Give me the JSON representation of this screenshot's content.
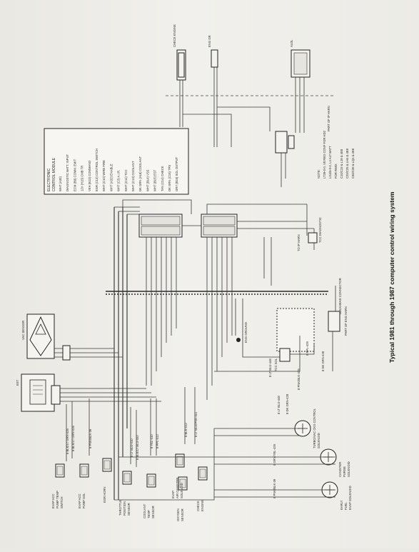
{
  "diagram": {
    "title": "Typical 1981 through 1987 computer control wiring system",
    "module_box": {
      "heading": [
        "ELECTRONIC",
        "CONTROL MODULE"
      ],
      "lines": [
        "WHT (A30)",
        "DIAGNOSTIC BATT. INPUT",
        "ECM (B9) COMM. EMIT",
        "12V (H15) CMB TR",
        "VEH (B13) COMMAND",
        "EGR (C13) CONTROL SWITCH",
        "WHT (C10) WIRE FIRE",
        "WHT (A32) ENABLE",
        "WHT (C3) A.I.R.",
        "WHT (C11) TCC",
        "WHT (C13) COOLANT",
        "DK GRN (A18) COOLANT",
        "WHT (B14) VSS",
        "WHT (B15) EST",
        "TAN (C14) CHECK",
        "DK GRN (C15) TPS",
        "GRY (B16) SOL OUTPUT"
      ]
    },
    "left_components": [
      {
        "label": [
          "EVAP ACC",
          "PUMP TEMP",
          "SWITCH"
        ]
      },
      {
        "label": [
          "EVAP ACC",
          "PUMP SOL"
        ]
      },
      {
        "label": [
          "EGR HORN"
        ]
      },
      {
        "label": [
          "THROTTLE",
          "POSITION",
          "SENSOR"
        ]
      },
      {
        "label": [
          "COOLANT",
          "TEMP",
          "SENSOR"
        ]
      },
      {
        "label": [
          "OXYGEN",
          "SENSOR"
        ]
      },
      {
        "label": [
          "CHECK",
          "ENGINE"
        ]
      },
      {
        "label": [
          "EVAP",
          "AIR CANISTER",
          "SOLENOID"
        ]
      }
    ],
    "left_wires": [
      "8 BLK/LT GRN-435",
      "8 BLK/LT GRN-435",
      "8 PNK/BLK-39",
      "8 LT BLU-410",
      "8 BLK/LT BLU-452",
      "8 YEL-410",
      "8 PPL-412",
      "8 BLK-412",
      "8 LT BLU/PNK-411"
    ],
    "bottom_components": [
      {
        "label": [
          "CANISTER",
          "PURGE",
          "SOLENOID"
        ]
      },
      {
        "label": [
          "EARLY",
          "FUEL",
          "EVAP SOLENOID"
        ]
      },
      {
        "label": [
          "TURBO/VAC CKG CONTROL",
          "SOLENOID"
        ]
      }
    ],
    "bottom_wires": [
      "8 GRY/YEL-429",
      "8 PNK/BLK-39",
      "8 PNK/BLK-429",
      "8 LT BLU-448",
      "8 DK GRN-428"
    ],
    "top_left_labels": [
      "EST",
      "VAC SENSOR"
    ],
    "top_right_labels": [
      "CHECK ENGINE",
      "ENG GR",
      "ALDL"
    ],
    "notes": [
      "NOTE:",
      "LT29-0-0, V8 REG CONF FOR HD2",
      "LG4/5-0-0, L4 ALT BATT",
      "FOR RWD:",
      "C10/C15 & L19 & 4E8",
      "C20/C25 & LH4 & 4E8",
      "C30/C35 & LQ4 & 4E8"
    ],
    "harness_labels": [
      "PART OF IP HARN",
      "PART OF ENG HARN",
      "BULKHEAD CONNECTOR"
    ],
    "connector_labels": [
      "TCC DIAGNOSTIC",
      "TO IP HARN",
      "ENG GROUND",
      "TCC SOL",
      "8 PPL-429",
      "8 LT BLU-448",
      "8 DK GRN-428"
    ]
  }
}
